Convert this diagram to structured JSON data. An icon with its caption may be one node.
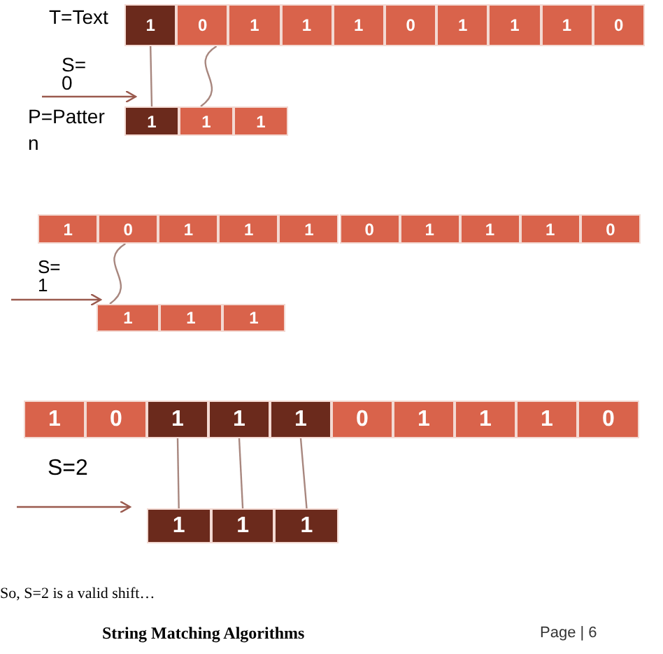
{
  "diagram": {
    "nodes": [
      {
        "text": [
          "1"
        ]
      },
      {
        "text": [
          "0"
        ]
      },
      {
        "text": [
          "1"
        ]
      },
      {
        "text": [
          "1"
        ]
      },
      {
        "text": [
          "1"
        ]
      },
      {
        "text": [
          "0"
        ]
      },
      {
        "text": [
          "1"
        ]
      },
      {
        "text": [
          "1"
        ]
      },
      {
        "text": [
          "1"
        ]
      },
      {
        "text": [
          "0"
        ]
      },
      {
        "text": [
          "1"
        ]
      },
      {
        "text": [
          "1"
        ]
      },
      {
        "text": [
          "1"
        ]
      },
      {
        "text": [
          "1"
        ]
      },
      {
        "text": [
          "0"
        ]
      },
      {
        "text": [
          "1"
        ]
      },
      {
        "text": [
          "1"
        ]
      },
      {
        "text": [
          "1"
        ]
      },
      {
        "text": [
          "0"
        ]
      },
      {
        "text": [
          "1"
        ]
      },
      {
        "text": [
          "1"
        ]
      },
      {
        "text": [
          "1"
        ]
      },
      {
        "text": [
          "0"
        ]
      },
      {
        "text": [
          "1"
        ]
      },
      {
        "text": [
          "1"
        ]
      },
      {
        "text": [
          "1"
        ]
      },
      {
        "text": [
          "1"
        ]
      },
      {
        "text": [
          "0"
        ]
      },
      {
        "text": [
          "1"
        ]
      },
      {
        "text": [
          "1"
        ]
      },
      {
        "text": [
          "1"
        ]
      },
      {
        "text": [
          "0"
        ]
      },
      {
        "text": [
          "1"
        ]
      },
      {
        "text": [
          "1"
        ]
      },
      {
        "text": [
          "1"
        ]
      },
      {
        "text": [
          "0"
        ]
      },
      {
        "text": [
          "1"
        ]
      },
      {
        "text": [
          "1"
        ]
      },
      {
        "text": [
          "1"
        ]
      }
    ],
    "edges": [
      {
        "from": 0,
        "to": 10,
        "arrow": "none"
      },
      {
        "from": 1,
        "to": 11,
        "arrow": "none"
      },
      {
        "from": 14,
        "to": 23,
        "arrow": "none"
      },
      {
        "from": 28,
        "to": 36,
        "arrow": "none"
      },
      {
        "from": 29,
        "to": 37,
        "arrow": "none"
      },
      {
        "from": 30,
        "to": 38,
        "arrow": "none"
      }
    ],
    "labels": [
      "T=Text",
      "S= 0",
      "P=Pattern",
      "S= 1",
      "S=2",
      "So, S=2 is a valid shift…",
      "String Matching Algorithms",
      "Page | 6"
    ]
  }
}
